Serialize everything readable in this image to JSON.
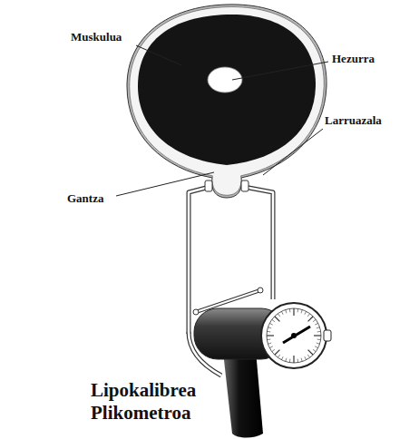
{
  "diagram": {
    "labels": [
      "Muskulua",
      "Hezurra",
      "Larruazala",
      "Gantza",
      "Lipokalibrea Plikometroa"
    ]
  }
}
